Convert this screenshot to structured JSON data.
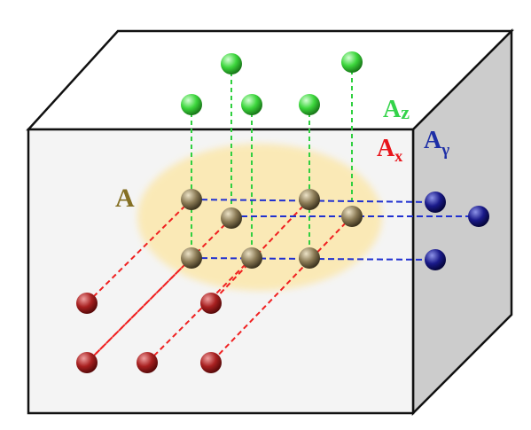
{
  "labels": {
    "center": {
      "main": "A",
      "sub": ""
    },
    "x": {
      "main": "A",
      "sub": "x"
    },
    "y": {
      "main": "A",
      "sub": "γ"
    },
    "z": {
      "main": "A",
      "sub": "z"
    }
  },
  "colors": {
    "center_label": "#857024",
    "x_label": "#e8151b",
    "y_label": "#1d2ea6",
    "z_label": "#34d34a",
    "box_side": "#cccccc",
    "box_front": "#f4f4f4",
    "box_top": "#ffffff",
    "box_edge": "#111111",
    "ellipse": "#fbe8b0",
    "x_dash": "#f02020",
    "y_dash": "#2030d0",
    "z_dash": "#30d040"
  },
  "sphere_groups": [
    {
      "name": "center-atom",
      "base": "#8a7a55",
      "light": "#ece2c6",
      "dark": "#3e3520"
    },
    {
      "name": "x-atom",
      "base": "#a82020",
      "light": "#f0a0a0",
      "dark": "#5a0a0a"
    },
    {
      "name": "y-atom",
      "base": "#1a1a8a",
      "light": "#8d93e8",
      "dark": "#06063d"
    },
    {
      "name": "z-atom",
      "base": "#3cd63c",
      "light": "#d4ffd4",
      "dark": "#1a7a1a"
    }
  ]
}
